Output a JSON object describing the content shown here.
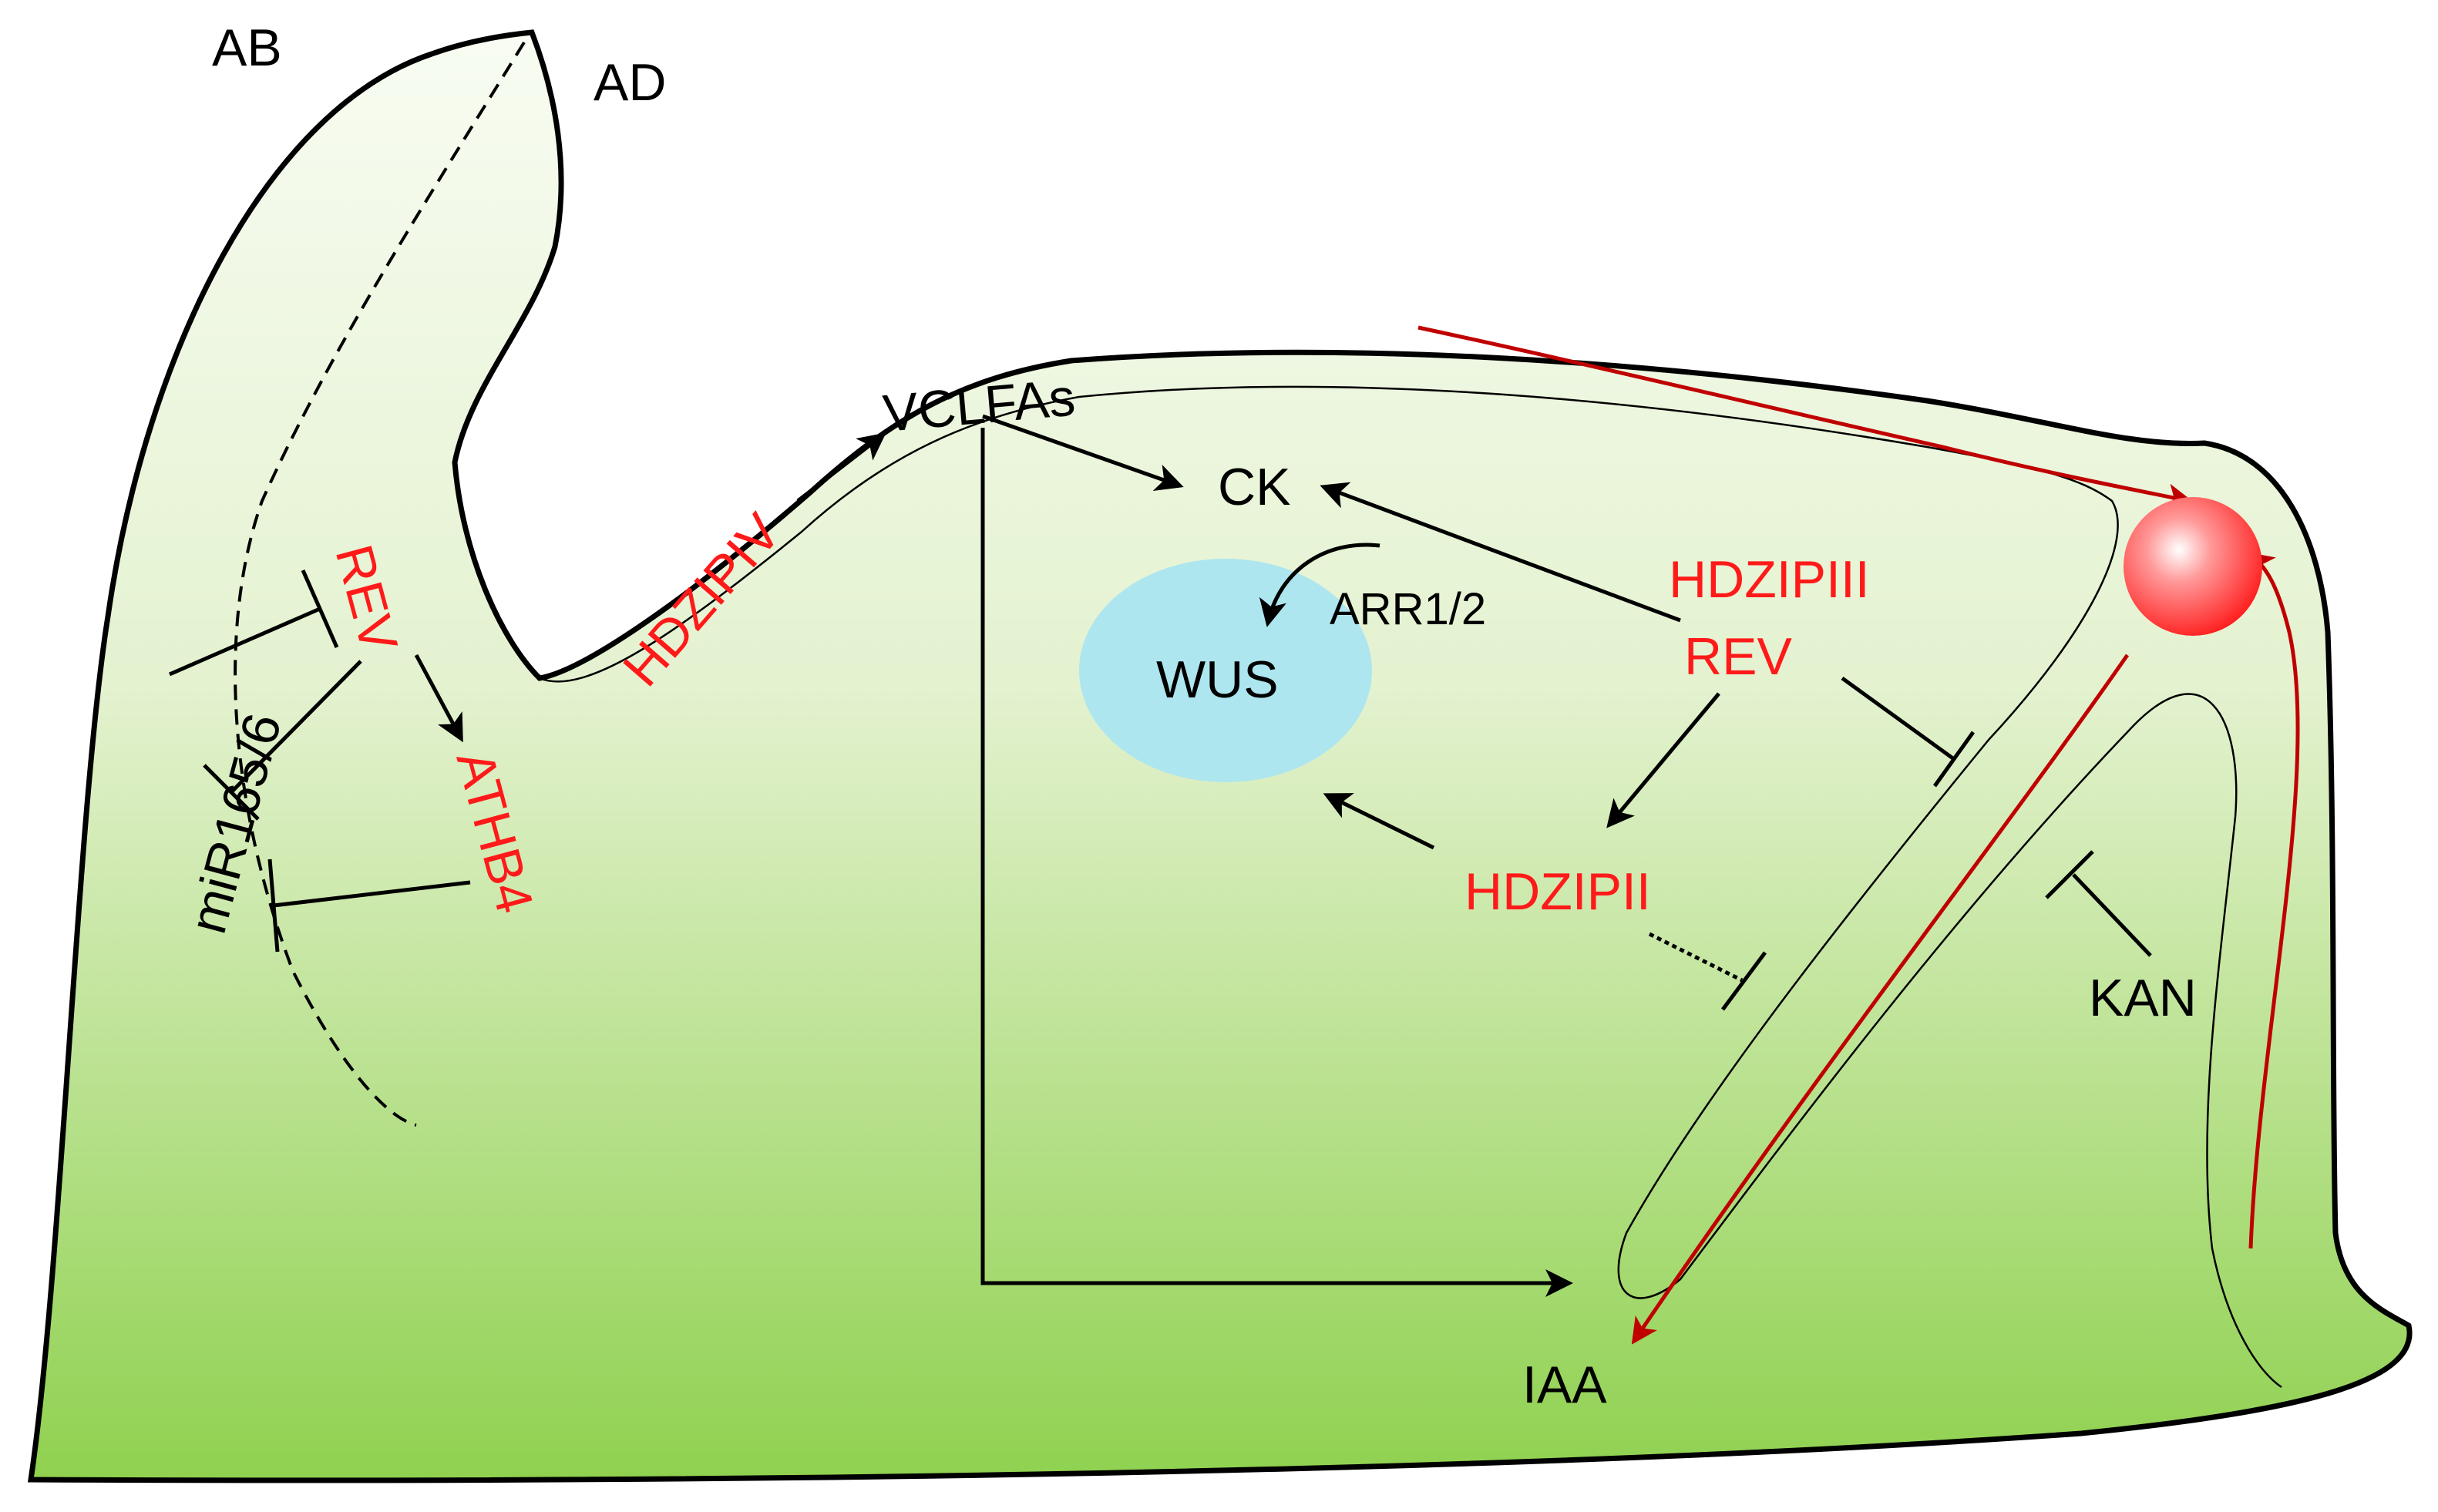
{
  "labels": {
    "ab": "AB",
    "ad": "AD",
    "rev_left": "REV",
    "athb4": "ATHB4",
    "mir": "miR165/6",
    "hdzipiv": "HDZIPIV",
    "vclfas": "VCLFAs",
    "ck": "CK",
    "arr": "ARR1/2",
    "wus": "WUS",
    "hdzipiii": "HDZIPIII",
    "rev_right": "REV",
    "hdzipii": "HDZIPII",
    "kan": "KAN",
    "iaa": "IAA"
  },
  "colors": {
    "regulator_text": "#ff1a1a",
    "auxin_flow": "#c00000",
    "outline": "#000000",
    "tissue_top": "#f8fcf2",
    "tissue_bottom": "#8fd14f",
    "wus_fill": "#aee6f0",
    "auxin_max": "#ff2020"
  }
}
